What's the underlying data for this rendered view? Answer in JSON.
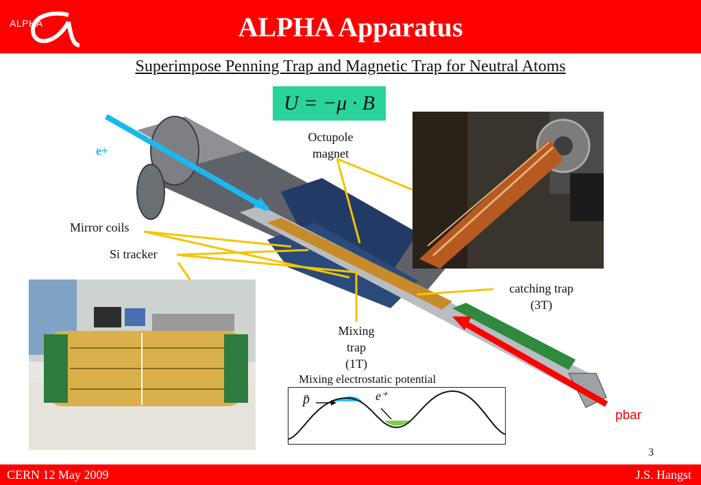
{
  "slide": {
    "title": "ALPHA Apparatus",
    "subtitle": "Superimpose Penning Trap and Magnetic Trap for Neutral Atoms",
    "logo_text": "ALPHA",
    "formula": "U = −μ · B",
    "page_number": "3"
  },
  "labels": {
    "e_plus": "e+",
    "octupole_line1": "Octupole",
    "octupole_line2": "magnet",
    "mirror_coils": "Mirror coils",
    "si_tracker": "Si tracker",
    "catching_trap_line1": "catching trap",
    "catching_trap_line2": "(3T)",
    "mixing_trap_line1": "Mixing",
    "mixing_trap_line2": "trap",
    "mixing_trap_line3": "(1T)",
    "potential_title": "Mixing electrostatic potential",
    "pbar": "pbar",
    "p_bar_symbol": "p̄",
    "e_plus_symbol": "e⁺"
  },
  "footer": {
    "left": "CERN 12 May 2009",
    "right": "J.S. Hangst"
  },
  "colors": {
    "header_red": "#ff0000",
    "formula_bg": "#2ad39b",
    "positron_cyan": "#1ab8f0",
    "antiproton_red": "#ff0000",
    "leader_yellow": "#f5c400"
  }
}
